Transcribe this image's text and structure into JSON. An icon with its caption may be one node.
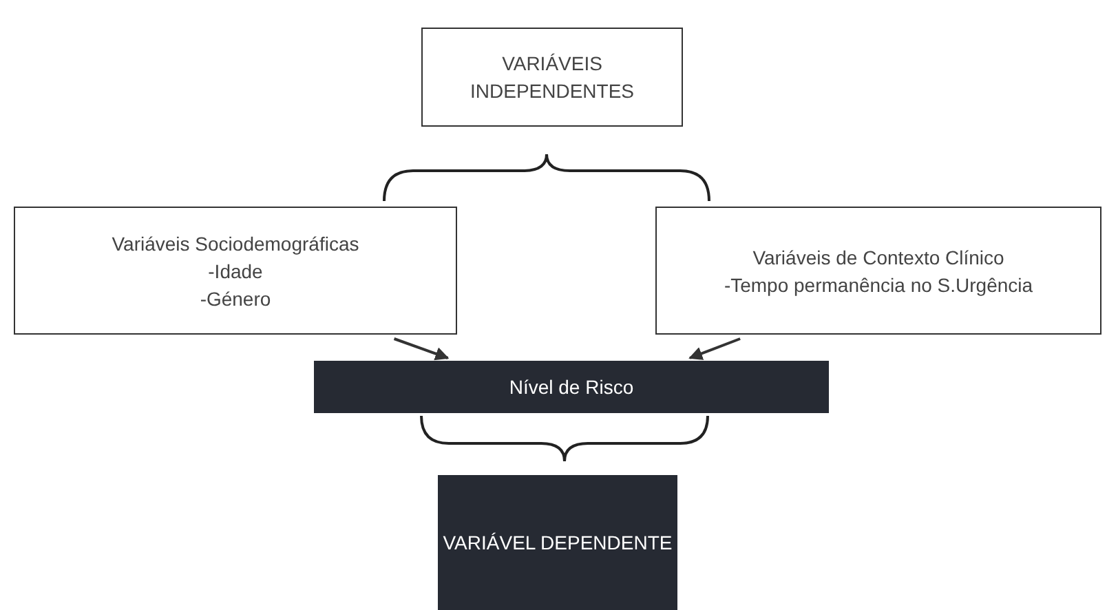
{
  "diagram": {
    "nodes": [
      {
        "text": [
          "VARIÁVEIS INDEPENDENTES"
        ]
      },
      {
        "text": [
          "Variáveis Sociodemográficas",
          "-Idade",
          "-Género"
        ]
      },
      {
        "text": [
          "Variáveis de Contexto Clínico",
          "-Tempo permanência no S.Urgência"
        ]
      },
      {
        "text": [
          "Nível de Risco"
        ]
      },
      {
        "text": [
          "VARIÁVEL DEPENDENTE"
        ]
      }
    ],
    "edges": [
      {
        "from": 1,
        "to": 3,
        "arrow": "to"
      },
      {
        "from": 2,
        "to": 3,
        "arrow": "to"
      }
    ]
  }
}
